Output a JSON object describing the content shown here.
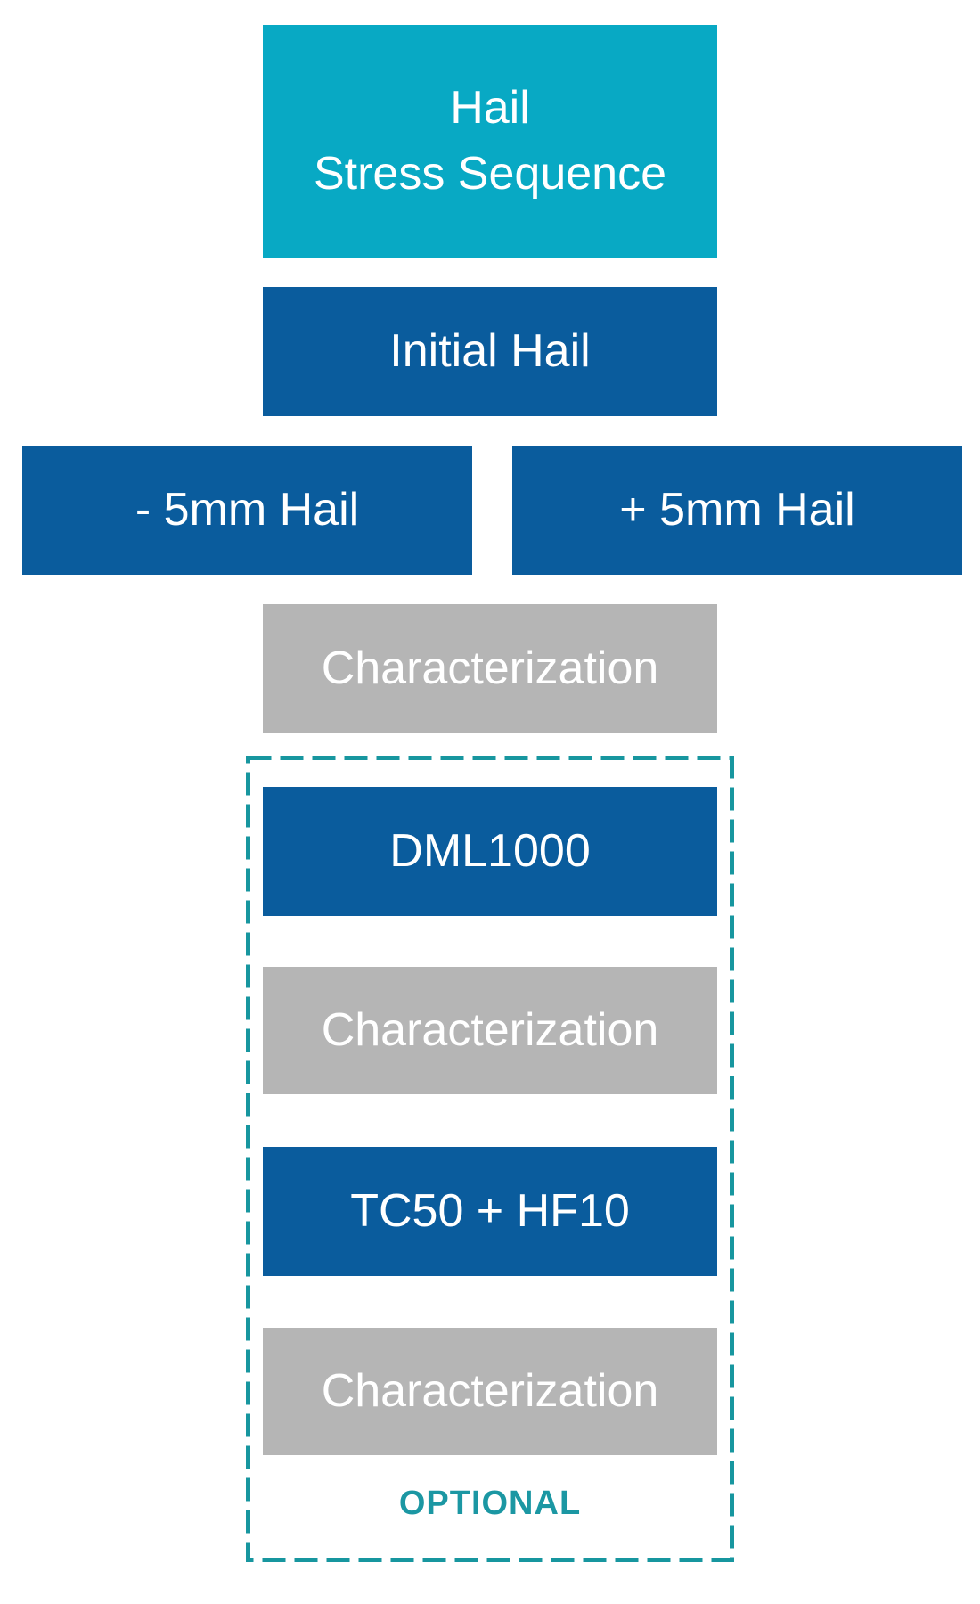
{
  "diagram": {
    "title": {
      "lines": [
        "Hail",
        "Stress Sequence"
      ]
    },
    "nodes": [
      {
        "id": "initial-hail",
        "label": "Initial Hail",
        "type": "blue"
      },
      {
        "id": "minus-5mm-hail",
        "label": "- 5mm Hail",
        "type": "blue"
      },
      {
        "id": "plus-5mm-hail",
        "label": "+ 5mm Hail",
        "type": "blue"
      },
      {
        "id": "characterization-1",
        "label": "Characterization",
        "type": "gray"
      },
      {
        "id": "dml1000",
        "label": "DML1000",
        "type": "blue"
      },
      {
        "id": "characterization-2",
        "label": "Characterization",
        "type": "gray"
      },
      {
        "id": "tc50-hf10",
        "label": "TC50 + HF10",
        "type": "blue"
      },
      {
        "id": "characterization-3",
        "label": "Characterization",
        "type": "gray"
      }
    ],
    "optional_label": "OPTIONAL",
    "colors": {
      "title_teal": "#08A9C4",
      "process_blue": "#0A5C9D",
      "characterization_gray": "#B5B5B5",
      "dashed_border_teal": "#17969F",
      "optional_text_teal": "#1B97A3",
      "node_text": "#FFFFFF",
      "background": "#FFFFFF"
    }
  }
}
